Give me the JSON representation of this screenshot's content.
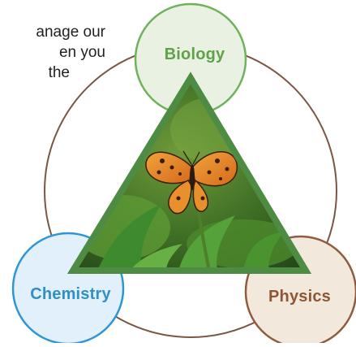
{
  "paragraph_lines": [
    "anage our",
    "en you",
    "the"
  ],
  "labels": {
    "biology": "Biology",
    "chemistry": "Chemistry",
    "physics": "Physics"
  },
  "colors": {
    "big_circle": "#7a5643",
    "biology_stroke": "#6fb15c",
    "biology_fill": "#e9f2e2",
    "chemistry_stroke": "#2f96d4",
    "chemistry_fill": "#e1f0fa",
    "physics_stroke": "#8e5c3f",
    "physics_fill": "#f3e8dc",
    "triangle": "#4f8c43"
  }
}
